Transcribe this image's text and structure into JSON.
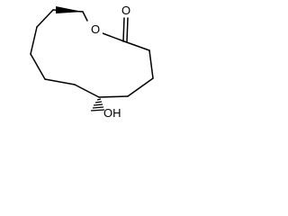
{
  "molecule": {
    "atoms": {
      "ring_oxygen": "O",
      "carbonyl_oxygen": "O",
      "hydroxyl": "OH"
    },
    "colors": {
      "bond": "#000000",
      "label": "#000000",
      "background": "#ffffff"
    }
  }
}
